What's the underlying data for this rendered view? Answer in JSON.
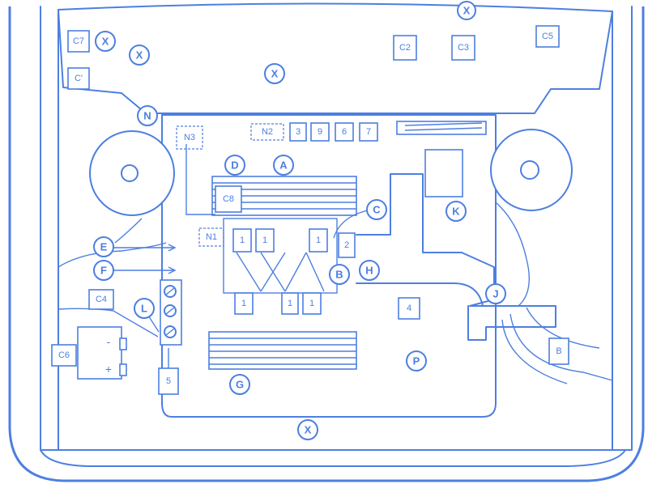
{
  "colors": {
    "line": "#4d7fe0"
  },
  "callouts": {
    "x_top": "X",
    "x_c7": "X",
    "x_left": "X",
    "x_mid": "X",
    "x_bottom": "X",
    "n": "N",
    "d": "D",
    "a": "A",
    "c": "C",
    "k": "K",
    "e": "E",
    "f": "F",
    "b_circ": "B",
    "h": "H",
    "l": "L",
    "j": "J",
    "g": "G",
    "p": "P"
  },
  "components": {
    "c7": "C7",
    "c1": "C'",
    "c2": "C2",
    "c3": "C3",
    "c5": "C5",
    "c4": "C4",
    "c6": "C6",
    "c8": "C8",
    "n1": "N1",
    "n2": "N2",
    "n3": "N3",
    "pin3": "3",
    "pin9": "9",
    "pin6": "6",
    "pin7": "7",
    "r1a": "1",
    "r1b": "1",
    "r1c": "1",
    "r1d": "1",
    "r1e": "1",
    "r1f": "1",
    "r2": "2",
    "r4": "4",
    "r5": "5",
    "r8": "B",
    "minus": "-",
    "plus": "+"
  }
}
